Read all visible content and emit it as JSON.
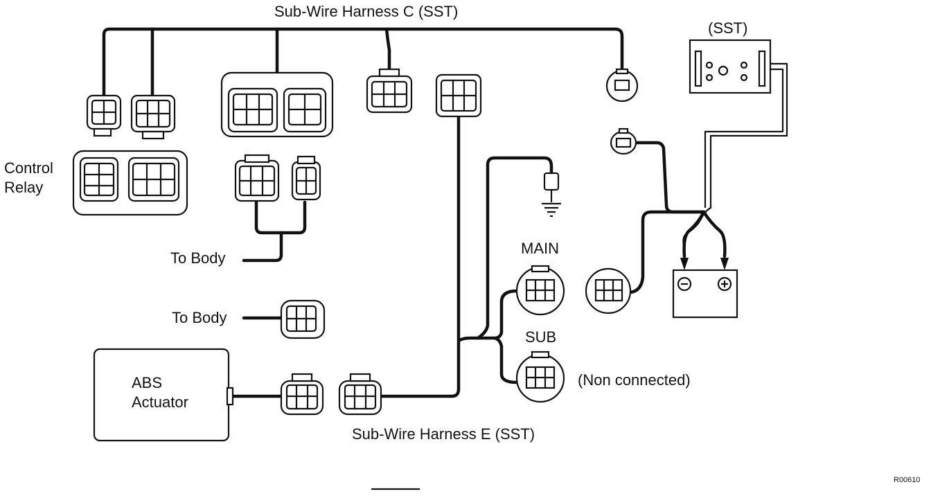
{
  "labels": {
    "harness_c": "Sub-Wire Harness C (SST)",
    "sst": "(SST)",
    "control_relay_line1": "Control",
    "control_relay_line2": "Relay",
    "to_body_upper": "To Body",
    "to_body_lower": "To Body",
    "main": "MAIN",
    "sub": "SUB",
    "non_connected": "(Non connected)",
    "abs_line1": "ABS",
    "abs_line2": "Actuator",
    "harness_e": "Sub-Wire Harness E (SST)",
    "figure_code": "R00610"
  },
  "icons": {
    "ground": "ground-symbol-icon",
    "battery_negative": "minus-terminal-icon",
    "battery_positive": "plus-terminal-icon"
  }
}
